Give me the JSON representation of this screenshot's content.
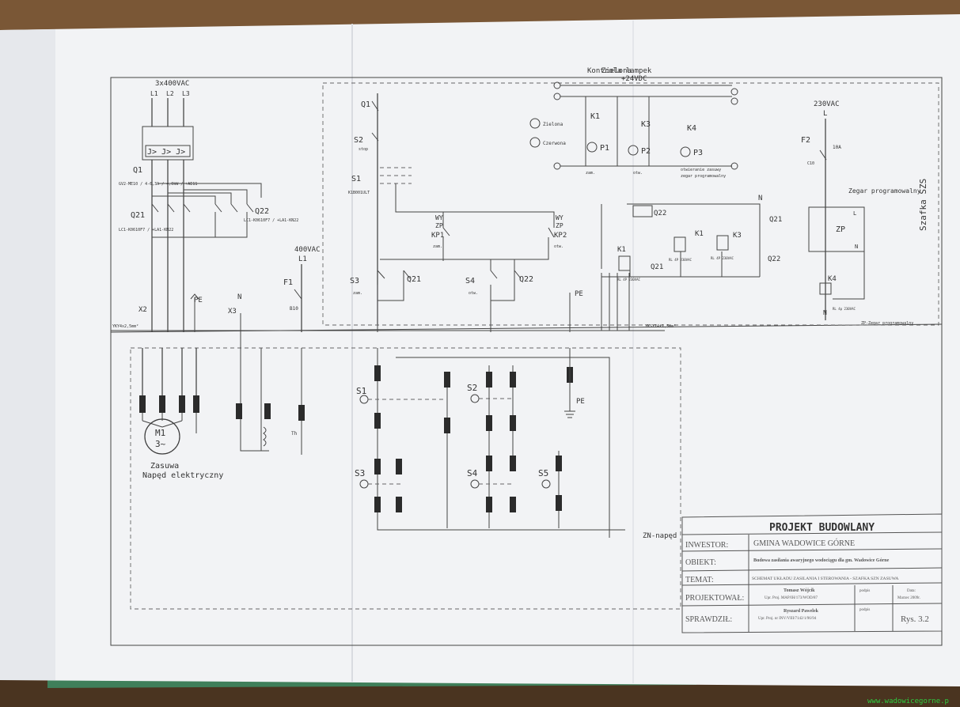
{
  "supply": {
    "main": "3x400VAC",
    "l1": "L1",
    "l2": "L2",
    "l3": "L3",
    "ctrl400": "400VAC",
    "ctrl400_l1": "L1",
    "lamps": "+24VDC",
    "lamps_title": "Kontrola lampek",
    "ctrl230": "230VAC",
    "ctrl230_l": "L",
    "n": "N",
    "pe": "PE"
  },
  "components": {
    "q1": "Q1",
    "q1_desc": "GV2-ME10 / 4-6,3A / 4,0kW / +AE11",
    "q21": "Q21",
    "q21_desc": "LC1-K0610F7 / +LA1-KN22",
    "q22": "Q22",
    "q22_desc": "LC1-K0610F7 / +LA1-KN22",
    "f1": "F1",
    "f1_rating": "B10",
    "f2": "F2",
    "f2_rating": "10A",
    "f2_type": "C10",
    "q1_ctrl": "Q1",
    "s2": "S2",
    "s2_desc": "stop",
    "s1": "S1",
    "s1_desc": "K1B001ULT",
    "s3": "S3",
    "s3_desc": "zam.",
    "s4": "S4",
    "s4_desc": "otw.",
    "kp1": "KP1",
    "kp1_wy": "WY",
    "kp1_zp": "ZP",
    "kp1_desc": "zam.",
    "kp2": "KP2",
    "kp2_wy": "WY",
    "kp2_zp": "ZP",
    "kp2_desc": "otw.",
    "k1": "K1",
    "k3": "K3",
    "k4": "K4",
    "p1": "P1",
    "p2": "P2",
    "p3": "P3",
    "relay_rating": "RL 4P 230VAC",
    "k4_rating": "RL 4p 230VAC",
    "zp": "ZP",
    "zegar": "Zegar programowalny",
    "zp_note": "ZP-Zegar programowalny",
    "szafka": "Szafka SZS",
    "lamp_green": "Zielona",
    "lamp_red": "Czerwona",
    "tag_zam": "zam.",
    "tag_otw": "otw.",
    "otw_label": "otwieranie zasuwy",
    "zegar_label": "zegar programowalny"
  },
  "terminals": {
    "x2": "X2",
    "x3": "X3",
    "cable_left": "YKY4x2,5mm²",
    "cable_right": "YKSY14x1,5mm²",
    "zn": "ZN-napęd"
  },
  "motor": {
    "label": "M1",
    "phase": "3~",
    "desc1": "Zasuwa",
    "desc2": "Napęd elektryczny"
  },
  "field": {
    "s1": "S1",
    "s2": "S2",
    "s3": "S3",
    "s4": "S4",
    "s5": "S5",
    "th": "Th",
    "pe": "PE"
  },
  "title_block": {
    "heading": "PROJEKT BUDOWLANY",
    "inwestor_label": "INWESTOR:",
    "inwestor": "GMINA WADOWICE GÓRNE",
    "obiekt_label": "OBIEKT:",
    "obiekt": "Budowa zasilania awaryjnego wodociągu dla gm. Wadowice Górne",
    "temat_label": "TEMAT:",
    "temat": "SCHEMAT UKŁADU ZASILANIA I STEROWANIA - SZAFKA SZN ZASUWA",
    "projektowal_label": "PROJEKTOWAŁ:",
    "projektowal": "Tomasz Wójcik",
    "projektowal_upr": "Upr. Proj. MAP/IH/173/WOD/87",
    "sprawdzil_label": "SPRAWDZIŁ:",
    "sprawdzil": "Ryszard Pawelek",
    "sprawdzil_upr": "Upr. Proj. nr INV/VIII/7142/1/96/94",
    "podpis": "podpis",
    "data_label": "Data:",
    "data": "Marzec 2009r.",
    "rys": "Rys. 3.2"
  },
  "watermark": "www.wadowicegorne.p"
}
